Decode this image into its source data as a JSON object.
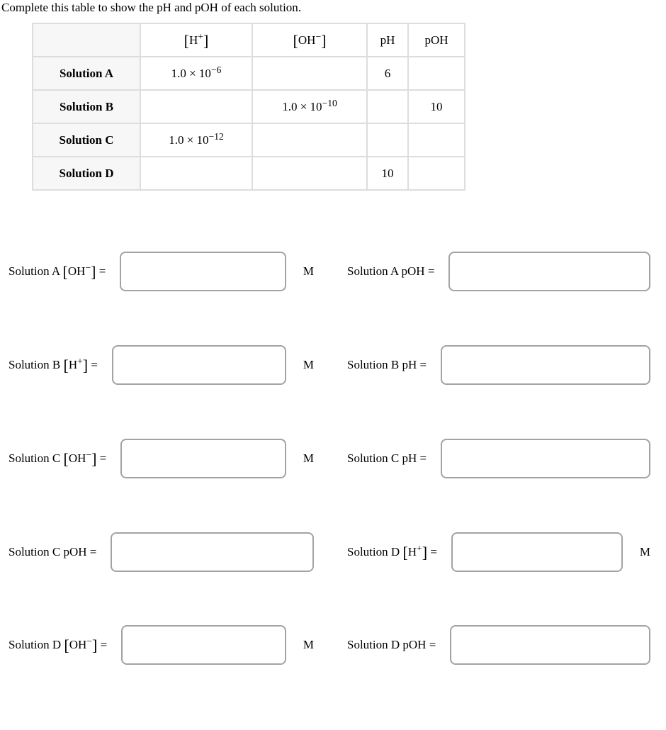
{
  "title": "Complete this table to show the pH and pOH of each solution.",
  "colors": {
    "table_border": "#dddddd",
    "row_label_background": "#f7f7f7",
    "input_border": "#a3a3a3",
    "text": "#000000"
  },
  "table": {
    "col_headers": {
      "blank": "",
      "h": [
        {
          "big": "["
        },
        {
          "t": "H"
        },
        {
          "sup": "+"
        },
        {
          "big": "]"
        }
      ],
      "oh": [
        {
          "big": "["
        },
        {
          "t": "OH"
        },
        {
          "sup": "−"
        },
        {
          "big": "]"
        }
      ],
      "ph": "pH",
      "poh": "pOH"
    },
    "rows": [
      {
        "label": "Solution A",
        "h": [
          {
            "t": "1.0 × 10"
          },
          {
            "sup": "−6"
          }
        ],
        "oh": null,
        "ph": "6",
        "poh": ""
      },
      {
        "label": "Solution B",
        "h": null,
        "oh": [
          {
            "t": "1.0 × 10"
          },
          {
            "sup": "−10"
          }
        ],
        "ph": "",
        "poh": "10"
      },
      {
        "label": "Solution C",
        "h": [
          {
            "t": "1.0 × 10"
          },
          {
            "sup": "−12"
          }
        ],
        "oh": null,
        "ph": "",
        "poh": ""
      },
      {
        "label": "Solution D",
        "h": null,
        "oh": null,
        "ph": "10",
        "poh": ""
      }
    ]
  },
  "form": {
    "rows": [
      {
        "left": {
          "label": [
            {
              "t": "Solution A "
            },
            {
              "big": "["
            },
            {
              "t": "OH"
            },
            {
              "sup": "−"
            },
            {
              "big": "]"
            },
            {
              "t": " ="
            }
          ],
          "unit": "M",
          "value": ""
        },
        "right": {
          "label": [
            {
              "t": "Solution A pOH ="
            }
          ],
          "value": ""
        }
      },
      {
        "left": {
          "label": [
            {
              "t": "Solution B "
            },
            {
              "big": "["
            },
            {
              "t": "H"
            },
            {
              "sup": "+"
            },
            {
              "big": "]"
            },
            {
              "t": " ="
            }
          ],
          "unit": "M",
          "value": ""
        },
        "right": {
          "label": [
            {
              "t": "Solution B pH ="
            }
          ],
          "value": ""
        }
      },
      {
        "left": {
          "label": [
            {
              "t": "Solution C "
            },
            {
              "big": "["
            },
            {
              "t": "OH"
            },
            {
              "sup": "−"
            },
            {
              "big": "]"
            },
            {
              "t": " ="
            }
          ],
          "unit": "M",
          "value": ""
        },
        "right": {
          "label": [
            {
              "t": "Solution C pH ="
            }
          ],
          "value": ""
        }
      },
      {
        "left": {
          "label": [
            {
              "t": "Solution C pOH ="
            }
          ],
          "value": ""
        },
        "right": {
          "label": [
            {
              "t": "Solution D "
            },
            {
              "big": "["
            },
            {
              "t": "H"
            },
            {
              "sup": "+"
            },
            {
              "big": "]"
            },
            {
              "t": " ="
            }
          ],
          "unit": "M",
          "value": ""
        }
      },
      {
        "left": {
          "label": [
            {
              "t": "Solution D "
            },
            {
              "big": "["
            },
            {
              "t": "OH"
            },
            {
              "sup": "−"
            },
            {
              "big": "]"
            },
            {
              "t": " ="
            }
          ],
          "unit": "M",
          "value": ""
        },
        "right": {
          "label": [
            {
              "t": "Solution D pOH ="
            }
          ],
          "value": ""
        }
      }
    ]
  }
}
